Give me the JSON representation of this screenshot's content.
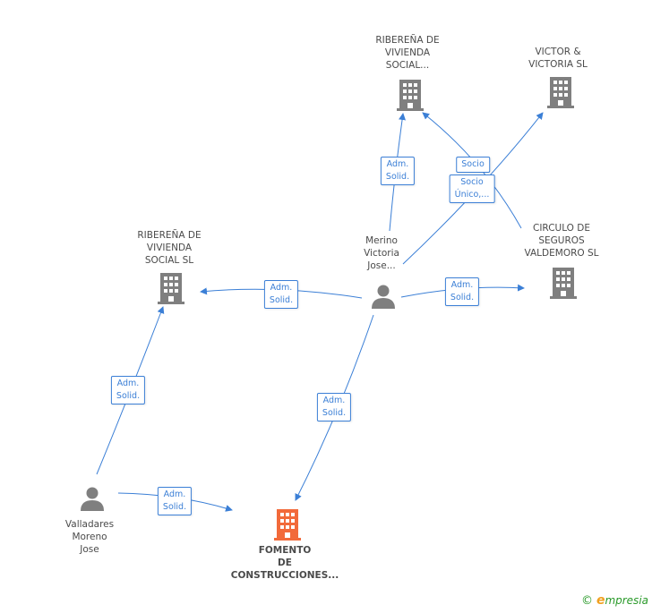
{
  "nodes": {
    "ribereña_top": {
      "lines": [
        "RIBEREÑA DE",
        "VIVIENDA",
        "SOCIAL..."
      ],
      "kind": "company"
    },
    "victor": {
      "lines": [
        "VICTOR &",
        "VICTORIA  SL"
      ],
      "kind": "company"
    },
    "ribereña_left": {
      "lines": [
        "RIBEREÑA DE",
        "VIVIENDA",
        "SOCIAL SL"
      ],
      "kind": "company"
    },
    "merino": {
      "lines": [
        "Merino",
        "Victoria",
        "Jose..."
      ],
      "kind": "person"
    },
    "circulo": {
      "lines": [
        "CIRCULO DE",
        "SEGUROS",
        "VALDEMORO SL"
      ],
      "kind": "company"
    },
    "valladares": {
      "lines": [
        "Valladares",
        "Moreno",
        "Jose"
      ],
      "kind": "person"
    },
    "fomento": {
      "lines": [
        "FOMENTO",
        "DE",
        "CONSTRUCCIONES..."
      ],
      "kind": "company-main"
    }
  },
  "edge_labels": {
    "merino_ribtop": [
      "Adm.",
      "Solid."
    ],
    "socio": [
      "Socio"
    ],
    "socio_unico": [
      "Socio",
      "Único,..."
    ],
    "merino_ribleft": [
      "Adm.",
      "Solid."
    ],
    "merino_circulo": [
      "Adm.",
      "Solid."
    ],
    "val_ribleft": [
      "Adm.",
      "Solid."
    ],
    "merino_fomento": [
      "Adm.",
      "Solid."
    ],
    "val_fomento": [
      "Adm.",
      "Solid."
    ]
  },
  "colors": {
    "edge": "#3b7fd6",
    "company_icon": "#7f7f7f",
    "main_icon": "#f26a3a",
    "person_icon": "#7f7f7f"
  },
  "brand": {
    "copyright": "©",
    "name": "mpresia",
    "initial": "e"
  }
}
